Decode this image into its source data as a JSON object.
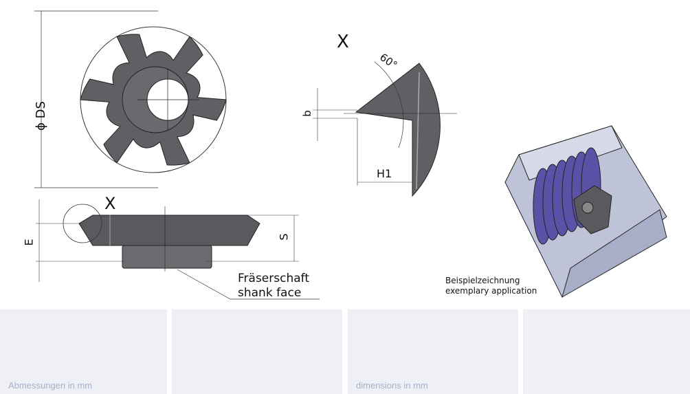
{
  "labels": {
    "diameter": "ϕ DS",
    "detail_top": "X",
    "detail_side": "X",
    "angle": "60°",
    "b": "b",
    "h1": "H1",
    "e": "E",
    "s": "S",
    "shank_de": "Fräserschaft",
    "shank_en": "shank face",
    "example_de": "Beispielzeichnung",
    "example_en": "exemplary application"
  },
  "panels": [
    "Abmessungen in mm",
    "",
    "dimensions in mm",
    ""
  ],
  "colors": {
    "panel_bg": "#eff0f5",
    "panel_text": "#a9aec8",
    "tool": "#5f5f62",
    "thread": "#5b52a8",
    "block": "#c9cde0"
  }
}
